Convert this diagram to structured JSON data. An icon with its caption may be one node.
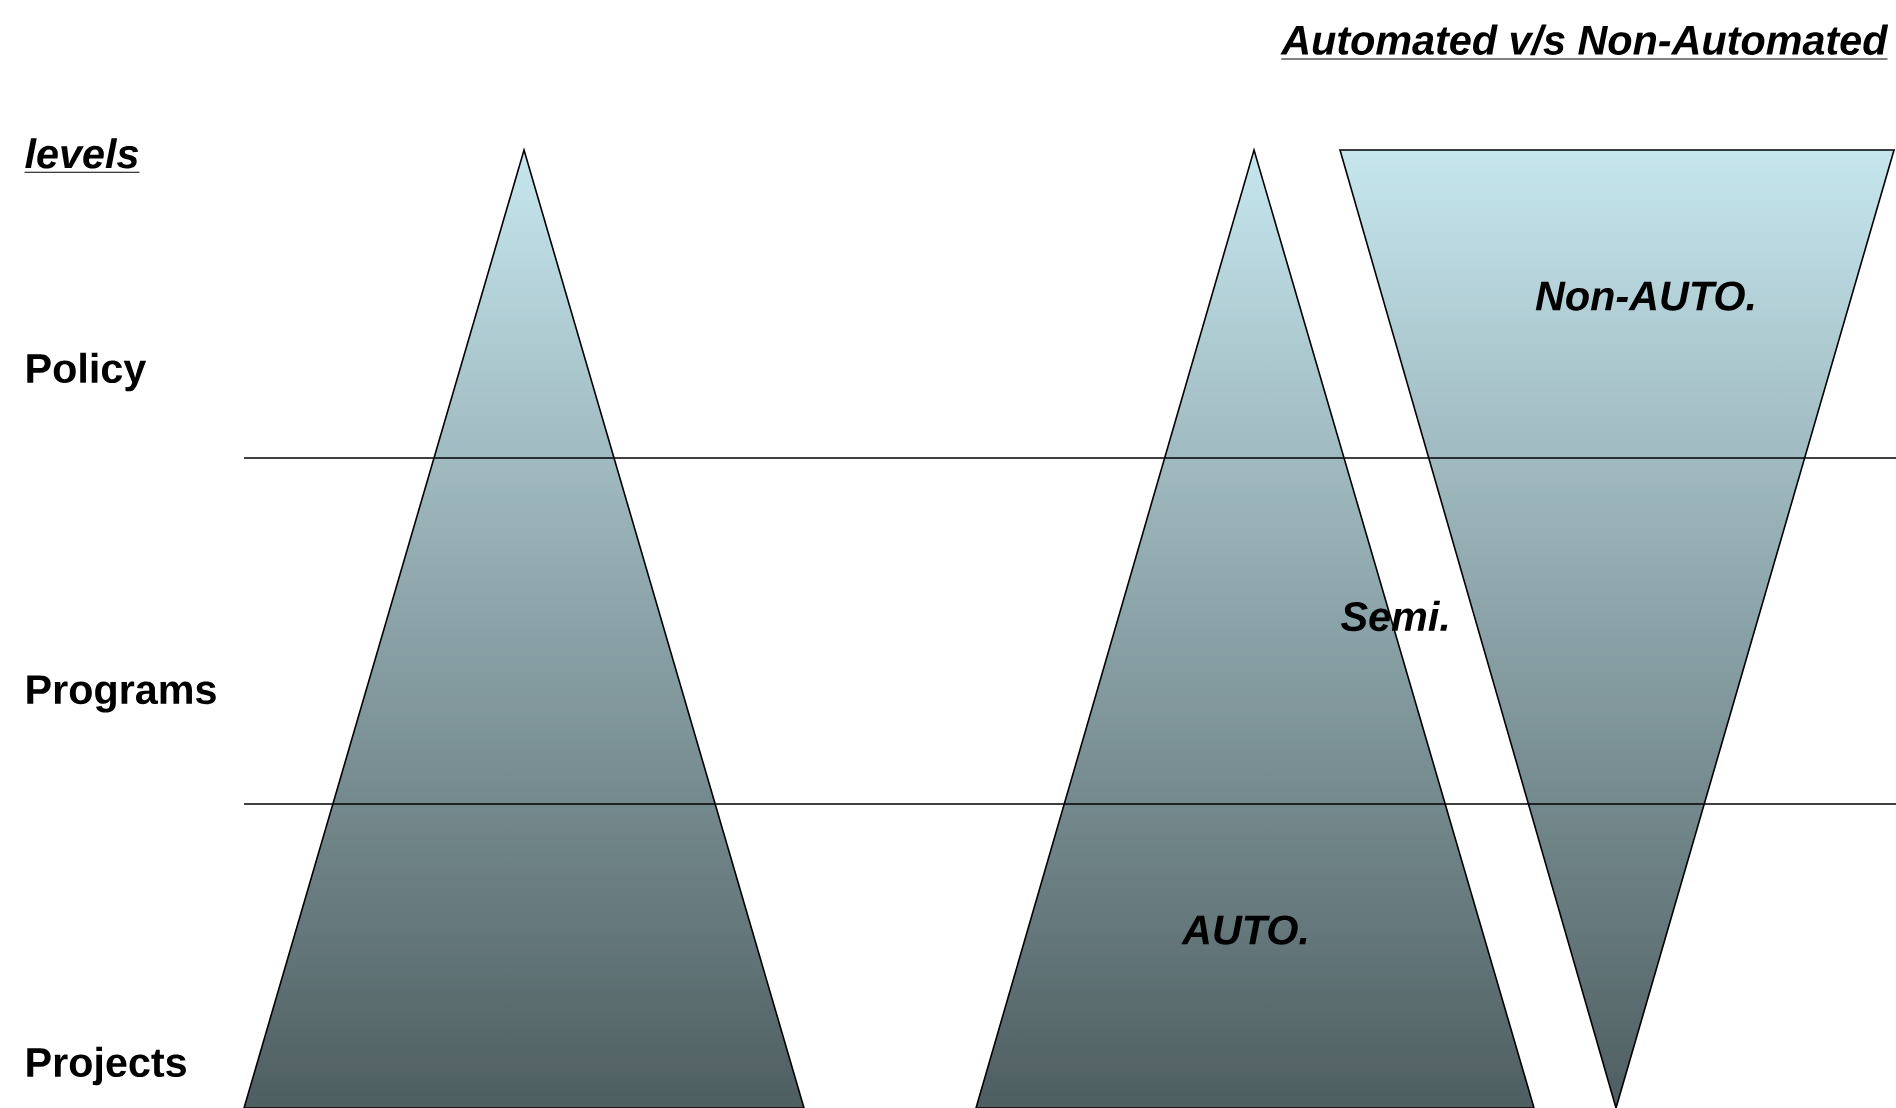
{
  "diagram": {
    "title": "Automated v/s Non-Automated",
    "nodes": [
      {
        "text": [],
        "shape": "triangle"
      },
      {
        "text": [
          "AUTO."
        ]
      },
      {
        "text": [
          "Non-AUTO."
        ]
      }
    ],
    "labels": [
      "levels",
      "Policy",
      "Programs",
      "Semi.",
      "Projects"
    ]
  }
}
